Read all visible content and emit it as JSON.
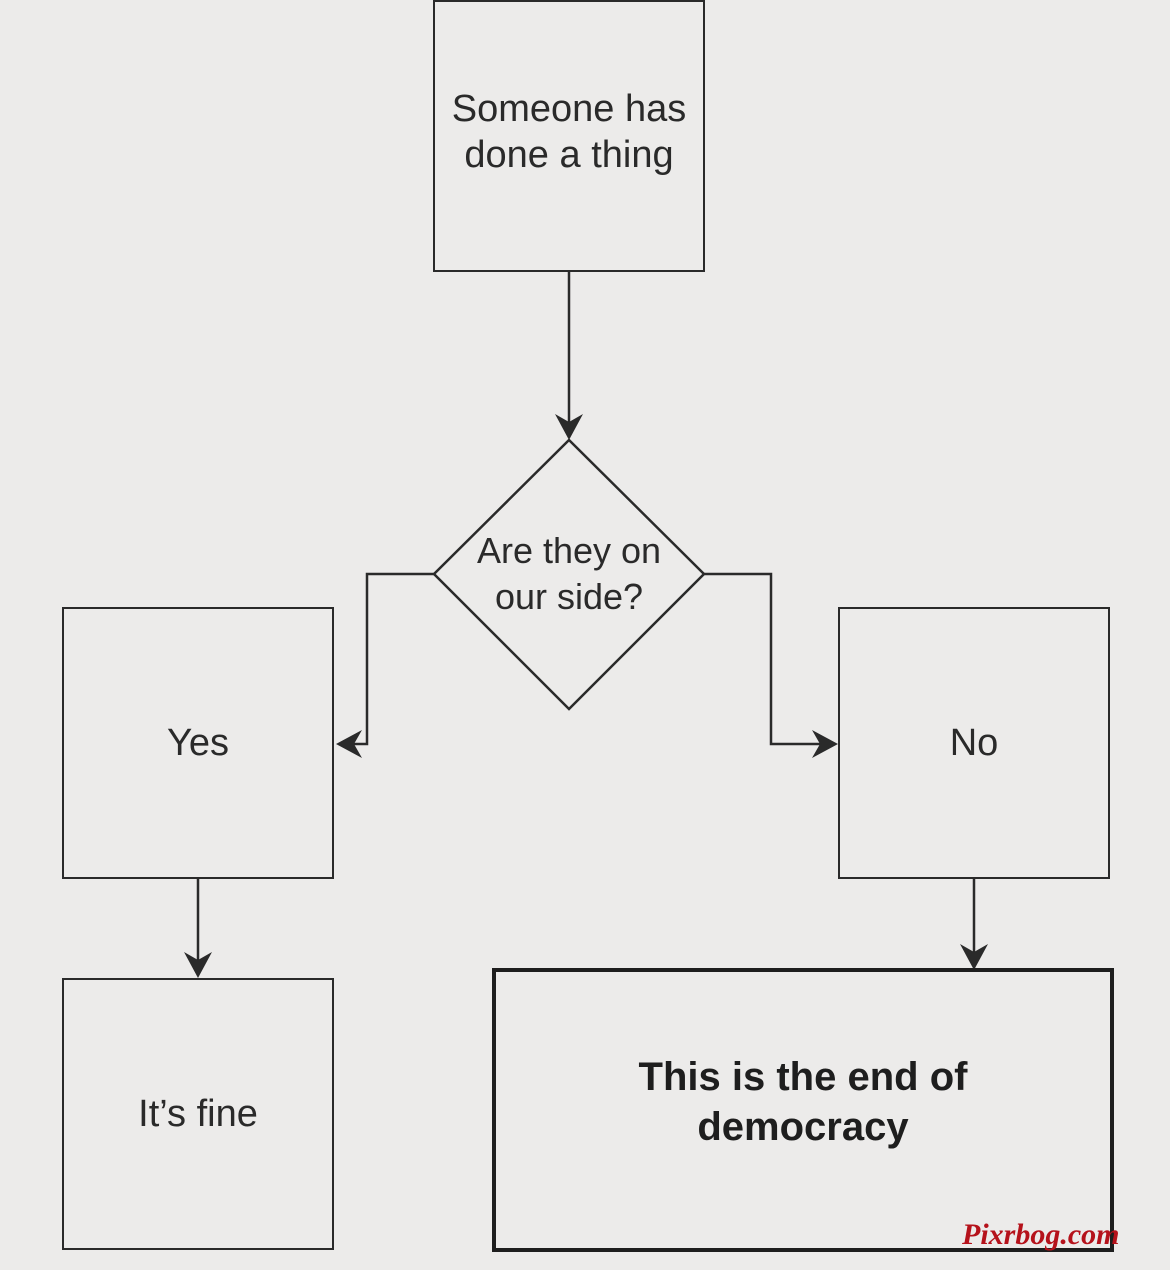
{
  "diagram": {
    "start": {
      "text": "Someone has\ndone a thing"
    },
    "decision": {
      "text": "Are they on\nour side?"
    },
    "yes": {
      "text": "Yes"
    },
    "no": {
      "text": "No"
    },
    "fine": {
      "text": "It’s fine"
    },
    "end": {
      "text": "This is the end of\ndemocracy"
    }
  },
  "watermark": "Pixrbog.com",
  "colors": {
    "background": "#ecebea",
    "stroke": "#2a2a2a",
    "watermark": "#b5121b"
  }
}
